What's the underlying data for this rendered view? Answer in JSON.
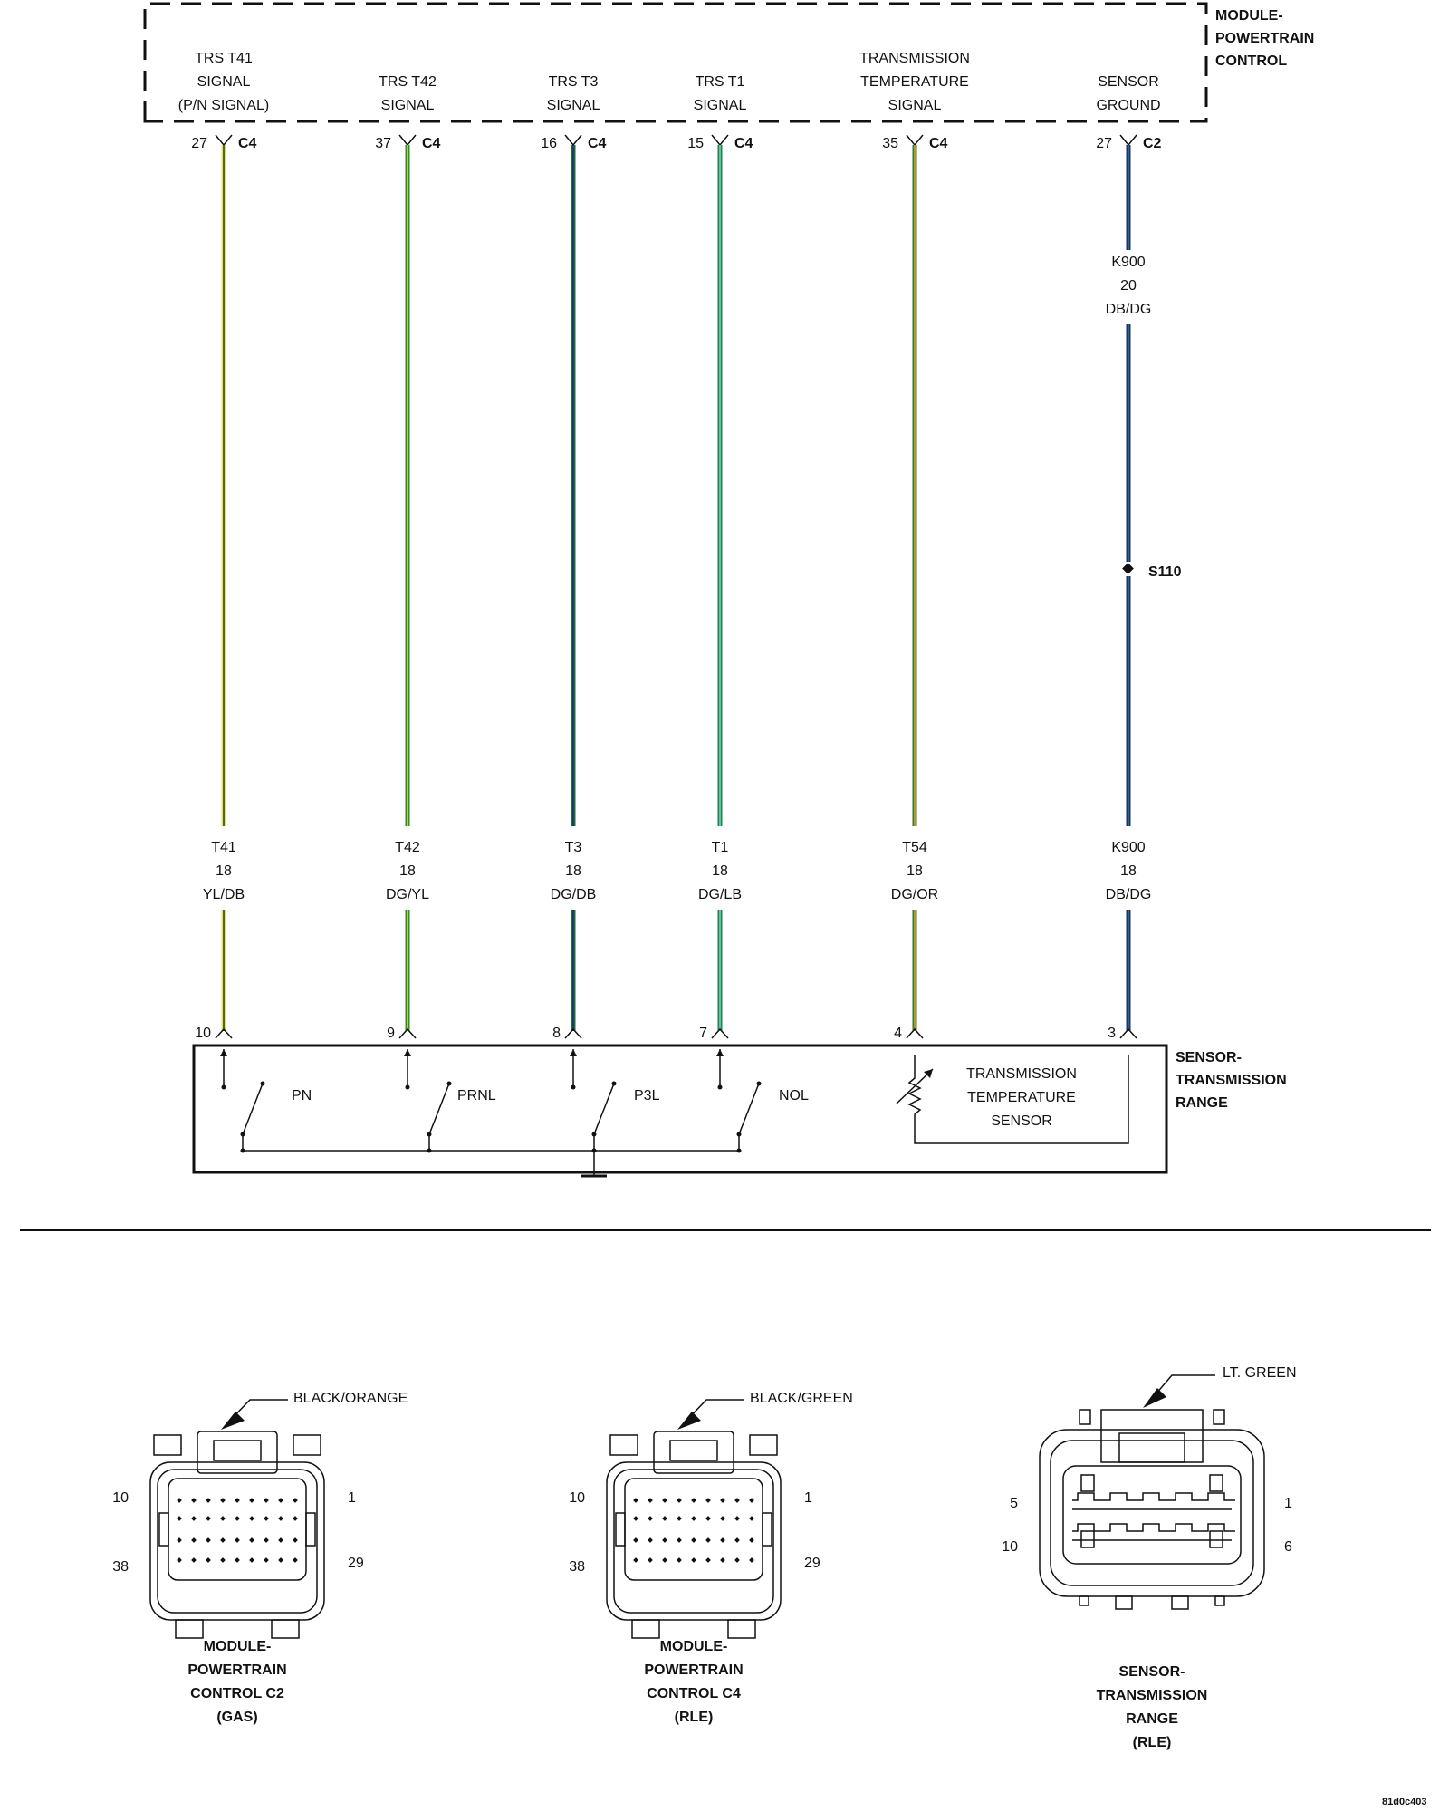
{
  "pcm": {
    "title_lines": [
      "MODULE-",
      "POWERTRAIN",
      "CONTROL"
    ],
    "circuits": [
      {
        "signal_lines": [
          "TRS T41",
          "SIGNAL",
          "(P/N SIGNAL)"
        ],
        "pin": "27",
        "connector": "C4"
      },
      {
        "signal_lines": [
          "TRS T42",
          "SIGNAL"
        ],
        "pin": "37",
        "connector": "C4"
      },
      {
        "signal_lines": [
          "TRS T3",
          "SIGNAL"
        ],
        "pin": "16",
        "connector": "C4"
      },
      {
        "signal_lines": [
          "TRS T1",
          "SIGNAL"
        ],
        "pin": "15",
        "connector": "C4"
      },
      {
        "signal_lines": [
          "TRANSMISSION",
          "TEMPERATURE",
          "SIGNAL"
        ],
        "pin": "35",
        "connector": "C4"
      },
      {
        "signal_lines": [
          "SENSOR",
          "GROUND"
        ],
        "pin": "27",
        "connector": "C2"
      }
    ]
  },
  "wires": [
    {
      "code": "T41",
      "gauge": "18",
      "color_code": "YL/DB",
      "sensor_pin": "10",
      "stroke": "#e8e83a",
      "tracer": "#1c2f7a"
    },
    {
      "code": "T42",
      "gauge": "18",
      "color_code": "DG/YL",
      "sensor_pin": "9",
      "stroke": "#2e8b2e",
      "tracer": "#e8e83a"
    },
    {
      "code": "T3",
      "gauge": "18",
      "color_code": "DG/DB",
      "sensor_pin": "8",
      "stroke": "#1f6b35",
      "tracer": "#1c2f7a"
    },
    {
      "code": "T1",
      "gauge": "18",
      "color_code": "DG/LB",
      "sensor_pin": "7",
      "stroke": "#1e8a3a",
      "tracer": "#7ec8e8"
    },
    {
      "code": "T54",
      "gauge": "18",
      "color_code": "DG/OR",
      "sensor_pin": "4",
      "stroke": "#2e7d32",
      "tracer": "#e89a2c"
    },
    {
      "code": "K900",
      "gauge": "18",
      "color_code": "DB/DG",
      "sensor_pin": "3",
      "stroke": "#1c2f7a",
      "tracer": "#2e8b2e"
    }
  ],
  "ground_upper_label": {
    "code": "K900",
    "gauge": "20",
    "color_code": "DB/DG"
  },
  "splice": "S110",
  "sensor": {
    "title_lines": [
      "SENSOR-",
      "TRANSMISSION",
      "RANGE"
    ],
    "switches": [
      "PN",
      "PRNL",
      "P3L",
      "NOL"
    ],
    "temp_sensor_lines": [
      "TRANSMISSION",
      "TEMPERATURE",
      "SENSOR"
    ]
  },
  "connectors": [
    {
      "color": "BLACK/ORANGE",
      "pins": {
        "top_left": "10",
        "top_right": "1",
        "bottom_left": "38",
        "bottom_right": "29"
      },
      "caption_lines": [
        "MODULE-",
        "POWERTRAIN",
        "CONTROL C2",
        "(GAS)"
      ]
    },
    {
      "color": "BLACK/GREEN",
      "pins": {
        "top_left": "10",
        "top_right": "1",
        "bottom_left": "38",
        "bottom_right": "29"
      },
      "caption_lines": [
        "MODULE-",
        "POWERTRAIN",
        "CONTROL C4",
        "(RLE)"
      ]
    },
    {
      "color": "LT. GREEN",
      "pins": {
        "top_left": "5",
        "top_right": "1",
        "bottom_left": "10",
        "bottom_right": "6"
      },
      "caption_lines": [
        "SENSOR-",
        "TRANSMISSION",
        "RANGE",
        "(RLE)"
      ]
    }
  ],
  "figure_id": "81d0c403"
}
